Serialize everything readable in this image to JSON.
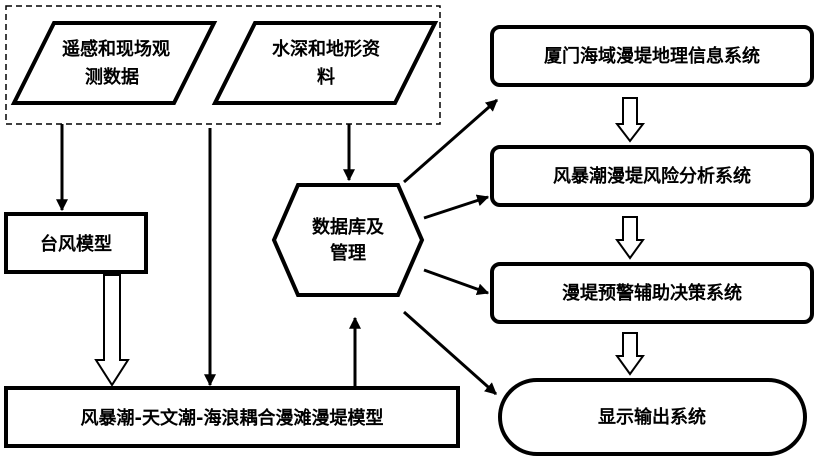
{
  "nodes": {
    "remote_sensing": {
      "line1": "遥感和现场观",
      "line2": "测数据"
    },
    "bathymetry": {
      "line1": "水深和地形资",
      "line2": "料"
    },
    "typhoon_model": {
      "label": "台风模型"
    },
    "coupled_model": {
      "label": "风暴潮-天文潮-海浪耦合漫滩漫堤模型"
    },
    "database": {
      "line1": "数据库及",
      "line2": "管理"
    },
    "gis_system": {
      "label": "厦门海域漫堤地理信息系统"
    },
    "risk_system": {
      "label": "风暴潮漫堤风险分析系统"
    },
    "warning_system": {
      "label": "漫堤预警辅助决策系统"
    },
    "display_system": {
      "label": "显示输出系统"
    }
  },
  "colors": {
    "stroke": "#000000",
    "fill": "#ffffff"
  }
}
